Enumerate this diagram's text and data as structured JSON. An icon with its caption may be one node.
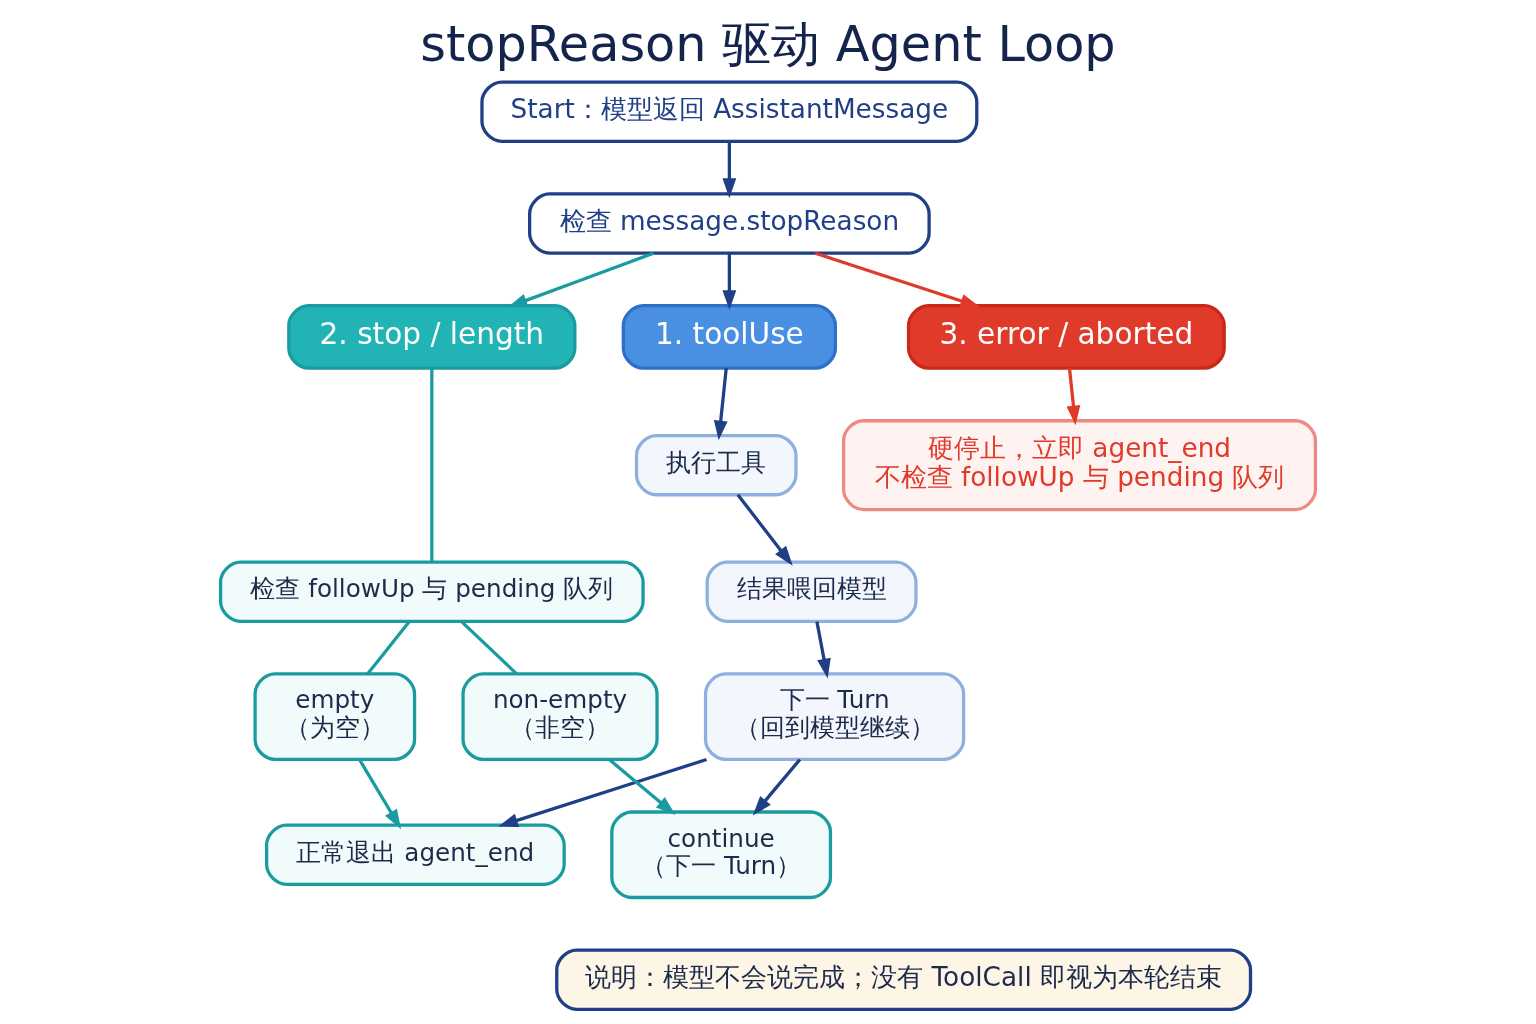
{
  "diagram": {
    "title": "stopReason 驱动 Agent Loop",
    "nodes": [
      {
        "text": [
          "Start：模型返回 AssistantMessage"
        ]
      },
      {
        "text": [
          "检查 message.stopReason"
        ]
      },
      {
        "text": [
          "1. toolUse"
        ]
      },
      {
        "text": [
          "执行工具"
        ]
      },
      {
        "text": [
          "结果喂回模型"
        ]
      },
      {
        "text": [
          "下一 Turn",
          "（回到模型继续）"
        ]
      },
      {
        "text": [
          "2. stop / length"
        ]
      },
      {
        "text": [
          "检查 followUp 与 pending 队列"
        ]
      },
      {
        "text": [
          "empty",
          "（为空）"
        ]
      },
      {
        "text": [
          "non-empty",
          "（非空）"
        ]
      },
      {
        "text": [
          "正常退出 agent_end"
        ]
      },
      {
        "text": [
          "continue",
          "（下一 Turn）"
        ]
      },
      {
        "text": [
          "3. error / aborted"
        ]
      },
      {
        "text": [
          "硬停止，立即 agent_end",
          "不检查 followUp 与 pending 队列"
        ]
      },
      {
        "text": [
          "说明：模型不会说完成；没有 ToolCall 即视为本轮结束"
        ]
      }
    ],
    "edges": [
      {
        "from": 0,
        "to": 1,
        "arrow": "to"
      },
      {
        "from": 1,
        "to": 2,
        "arrow": "to"
      },
      {
        "from": 1,
        "to": 6,
        "arrow": "to",
        "color": "#1a9ba0"
      },
      {
        "from": 1,
        "to": 12,
        "arrow": "to",
        "color": "#e03a2a"
      },
      {
        "from": 2,
        "to": 3,
        "arrow": "to"
      },
      {
        "from": 3,
        "to": 4,
        "arrow": "to"
      },
      {
        "from": 4,
        "to": 5,
        "arrow": "to"
      },
      {
        "from": 6,
        "to": 7,
        "arrow": "none",
        "color": "#1a9ba0"
      },
      {
        "from": 7,
        "to": 8,
        "arrow": "none",
        "color": "#1a9ba0"
      },
      {
        "from": 7,
        "to": 9,
        "arrow": "none",
        "color": "#1a9ba0"
      },
      {
        "from": 8,
        "to": 10,
        "arrow": "to",
        "color": "#1a9ba0"
      },
      {
        "from": 9,
        "to": 11,
        "arrow": "to",
        "color": "#1a9ba0"
      },
      {
        "from": 12,
        "to": 13,
        "arrow": "to",
        "color": "#e03a2a"
      },
      {
        "from": 5,
        "to": 10,
        "arrow": "to"
      },
      {
        "from": 5,
        "to": 11,
        "arrow": "to"
      }
    ]
  }
}
